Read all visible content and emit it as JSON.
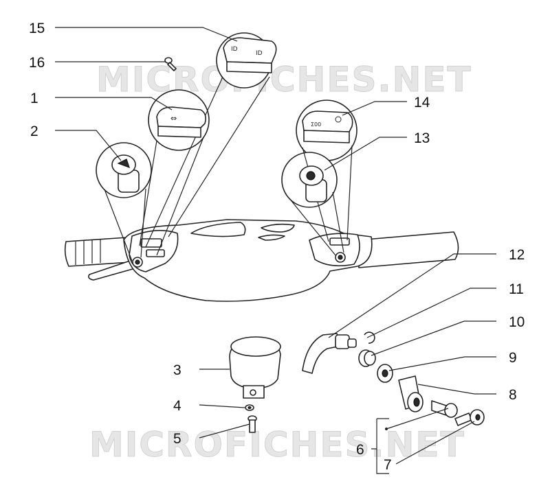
{
  "watermark": {
    "top": "MICROFICHES.NET",
    "bottom": "MICROFICHES.NET"
  },
  "callouts": {
    "c15": "15",
    "c16": "16",
    "c1": "1",
    "c2": "2",
    "c14": "14",
    "c13": "13",
    "c12": "12",
    "c11": "11",
    "c10": "10",
    "c9": "9",
    "c3": "3",
    "c8": "8",
    "c4": "4",
    "c5": "5",
    "c6": "6",
    "c7": "7"
  }
}
